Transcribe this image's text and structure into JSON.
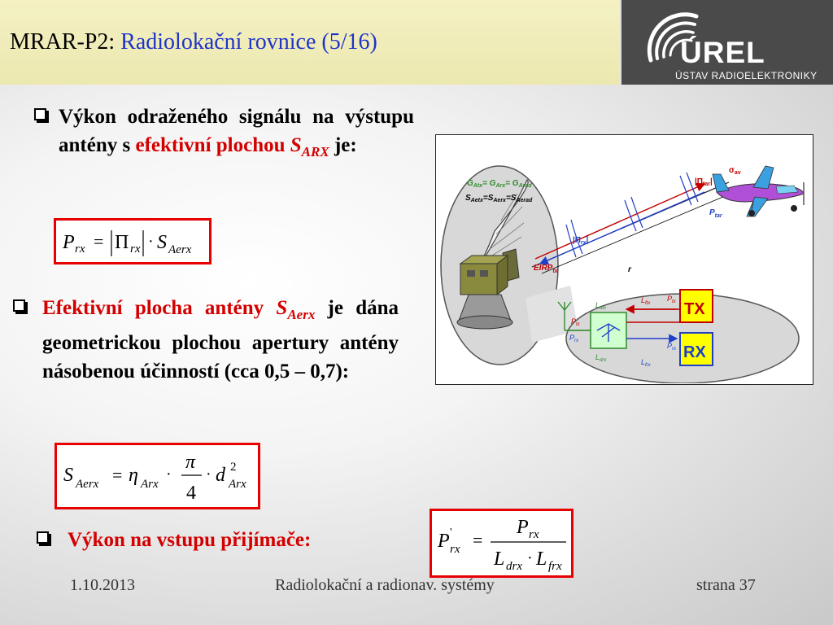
{
  "header": {
    "title_prefix": "MRAR-P2: ",
    "title": "Radiolokační rovnice (5/16)"
  },
  "logo": {
    "name": "ÚREL",
    "subtitle": "ÚSTAV RADIOELEKTRONIKY"
  },
  "bullets": [
    {
      "text_a": "Výkon odraženého signálu na výstupu antény s ",
      "text_red": "efektivní plochou ",
      "symbol": "S",
      "symbol_sub": "ARX",
      "text_b": " je:"
    },
    {
      "text_red": "Efektivní plocha antény ",
      "symbol": "S",
      "symbol_sub": "Aerx",
      "text_b": " je dána geometrickou plochou apertury antény násobenou účinností (cca 0,5 – 0,7):"
    },
    {
      "text_red": "Výkon na vstupu přijímače:"
    }
  ],
  "formulas": {
    "f1": {
      "lhs": "P",
      "lhs_sub": "rx",
      "eq": "=",
      "pi": "Π",
      "pi_sub": "rx",
      "dot": "·",
      "s": "S",
      "s_sub": "Aerx"
    },
    "f2": {
      "lhs": "S",
      "lhs_sub": "Aerx",
      "eq": "=",
      "eta": "η",
      "eta_sub": "Arx",
      "num": "π",
      "den": "4",
      "d": "d",
      "d_sup": "2",
      "d_sub": "Arx"
    },
    "f3": {
      "lhs": "P",
      "lhs_prime": "'",
      "lhs_sub": "rx",
      "eq": "=",
      "num": "P",
      "num_sub": "rx",
      "den_a": "L",
      "den_a_sub": "drx",
      "den_b": "L",
      "den_b_sub": "frx"
    }
  },
  "diagram": {
    "eq1": "G",
    "eq1_sub": "Atx",
    "eq1b": "= G",
    "eq1b_sub": "Arx",
    "eq1c": "= G",
    "eq1c_sub": "Arad",
    "eq2": "S",
    "eq2_sub": "Aetx",
    "eq2b": "=S",
    "eq2b_sub": "Aerx",
    "eq2c": "=S",
    "eq2c_sub": "Aerad",
    "sigma": "σ",
    "sigma_sub": "av",
    "pi_tar": "|Π",
    "pi_tar_sub": "tar",
    "pi_tar_end": "|",
    "p_tar": "P",
    "p_tar_sub": "tar",
    "pi_rx": "|Π",
    "pi_rx_sub": "rx",
    "pi_rx_end": "|",
    "eirp": "EIRP",
    "eirp_sub": "tx",
    "r": "r",
    "l_dtx": "L",
    "l_dtx_sub": "dtx",
    "l_ftx": "L",
    "l_ftx_sub": "ftx",
    "p_tx": "P",
    "p_tx_sub": "tx",
    "p_tx2": "P",
    "p_tx2_sub": "tx",
    "p_rx": "P",
    "p_rx_sub": "rx",
    "p_rx2": "P",
    "p_rx2_sub": "rx",
    "l_drx": "L",
    "l_drx_sub": "drx",
    "l_frx": "L",
    "l_frx_sub": "frx",
    "tx": "TX",
    "rx": "RX"
  },
  "footer": {
    "date": "1.10.2013",
    "course": "Radiolokační a radionav. systémy",
    "page": "strana 37"
  },
  "colors": {
    "title_blue": "#1f33c9",
    "emphasis_red": "#d40000",
    "formula_border": "#e60000",
    "diagram_green": "#2e8b2e",
    "diagram_blue": "#1f3fc9",
    "tx_rx_yellow": "#ffff00"
  }
}
